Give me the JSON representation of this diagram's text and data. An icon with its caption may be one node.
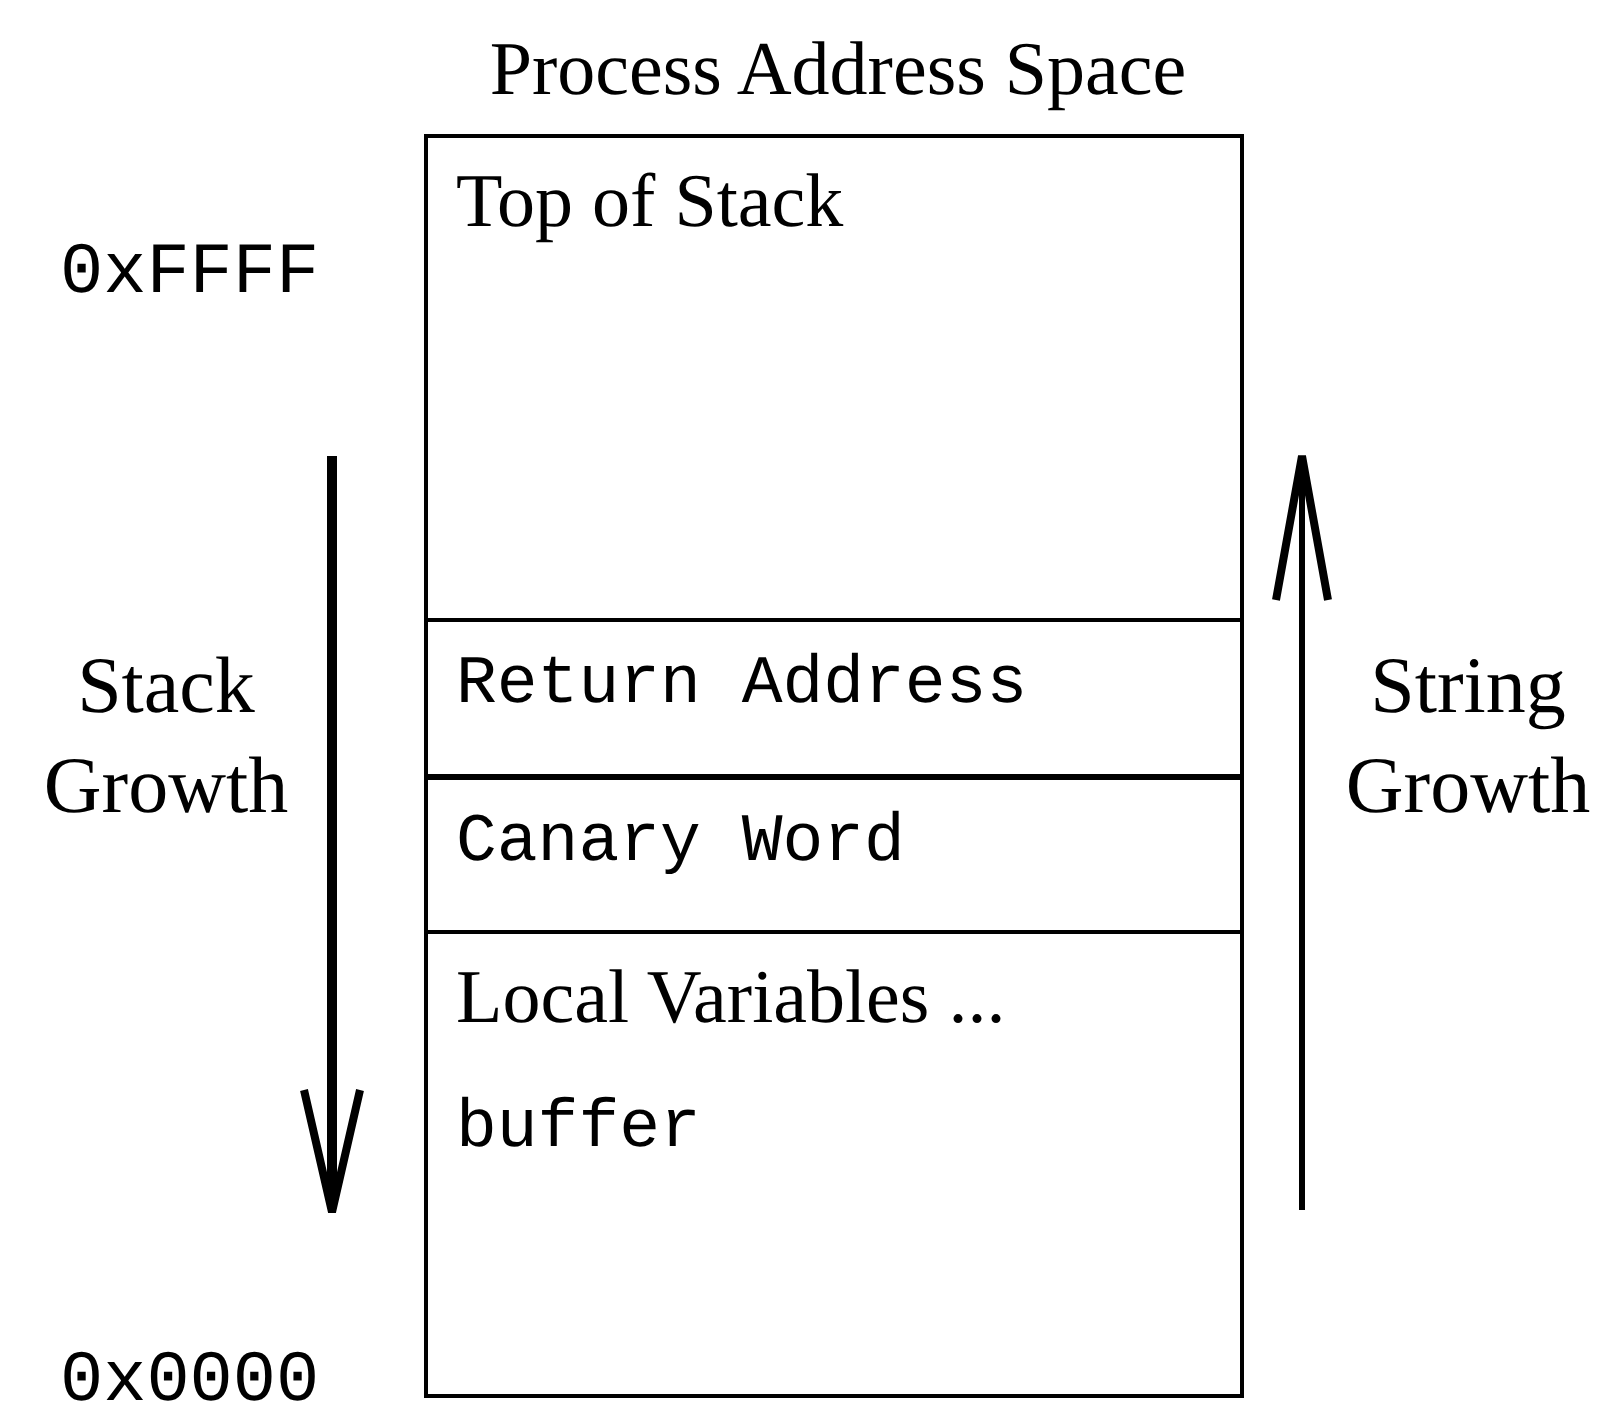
{
  "diagram": {
    "nodes": [
      {
        "text": [
          "Process Address Space"
        ]
      },
      {
        "text": [
          "Top of Stack"
        ],
        "in": 0
      },
      {
        "text": [
          "Return Address"
        ],
        "in": 0
      },
      {
        "text": [
          "Canary Word"
        ],
        "in": 0
      },
      {
        "text": [
          "Local Variables ...",
          "buffer"
        ],
        "in": 0
      }
    ],
    "labels": [
      "0xFFFF",
      "Stack Growth",
      "String Growth",
      "0x0000"
    ]
  }
}
